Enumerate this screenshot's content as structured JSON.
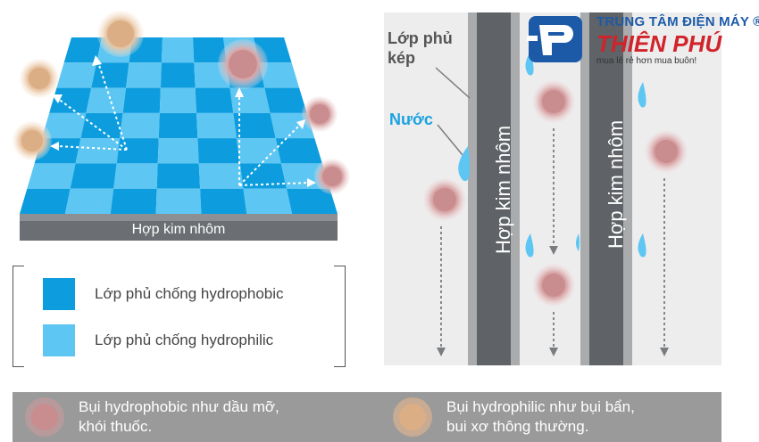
{
  "left_diagram": {
    "base_label": "Hợp kim nhôm"
  },
  "right_diagram": {
    "double_coating_label": [
      "Lớp phủ",
      "kép"
    ],
    "water_label": "Nước",
    "aluminum_label_1": "Hợp kim nhôm",
    "aluminum_label_2": "Hợp kim nhôm"
  },
  "legend": {
    "items": [
      {
        "label": "Lớp phủ chống hydrophobic",
        "color": "#0d9ddf"
      },
      {
        "label": "Lớp phủ chống hydrophilic",
        "color": "#5ec6f2"
      }
    ]
  },
  "bottom": {
    "hydrophobic_dust": [
      "Bụi hydrophobic như dầu mỡ,",
      "khói thuốc."
    ],
    "hydrophilic_dust": [
      "Bụi hydrophilic như bụi bẩn,",
      "bui xơ thông thường."
    ]
  },
  "logo": {
    "top_line": "TRUNG TÂM ĐIỆN MÁY ®",
    "brand": "THIÊN PHÚ",
    "slogan": "mua lẻ rẻ hơn mua buôn!"
  },
  "colors": {
    "hydrophobic": "#0d9ddf",
    "hydrophilic": "#5ec6f2",
    "aluminum": "#6b6e72",
    "dust_oily": "#c98d8f",
    "dust_dirt": "#dcae86",
    "logo_blue": "#1c5aa8",
    "logo_red": "#d1232a"
  }
}
